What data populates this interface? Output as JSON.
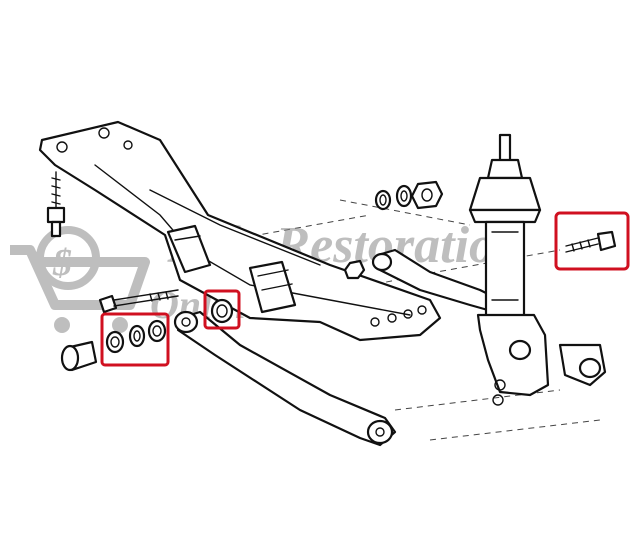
{
  "watermark": {
    "line1": "Alfa Restoration",
    "line2": "Online Shop",
    "color": "#8a8a8a"
  },
  "highlight_color": "#d01020",
  "highlights": [
    {
      "id": "washer-set-left"
    },
    {
      "id": "bushing-center"
    },
    {
      "id": "bolt-right"
    }
  ]
}
